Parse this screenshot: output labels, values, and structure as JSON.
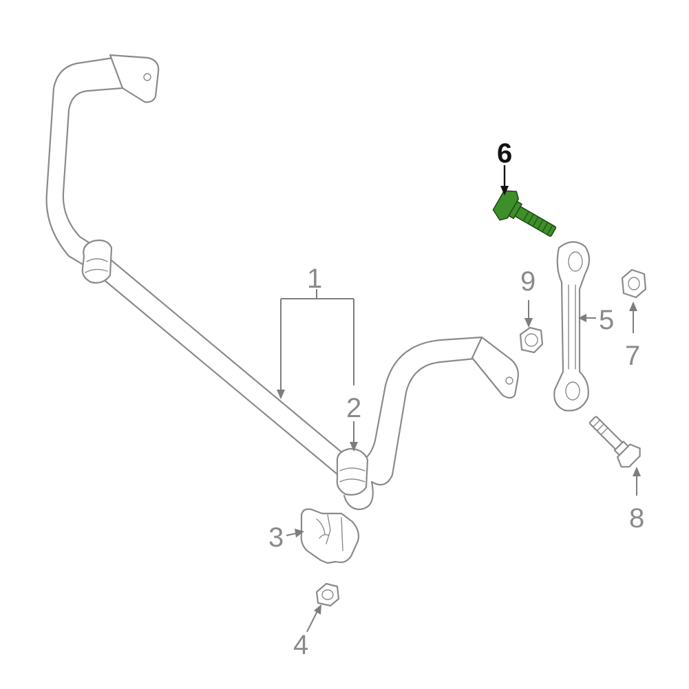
{
  "diagram": {
    "callouts": [
      {
        "id": "1",
        "text": "1",
        "highlighted": false
      },
      {
        "id": "2",
        "text": "2",
        "highlighted": false
      },
      {
        "id": "3",
        "text": "3",
        "highlighted": false
      },
      {
        "id": "4",
        "text": "4",
        "highlighted": false
      },
      {
        "id": "5",
        "text": "5",
        "highlighted": false
      },
      {
        "id": "6",
        "text": "6",
        "highlighted": true
      },
      {
        "id": "7",
        "text": "7",
        "highlighted": false
      },
      {
        "id": "8",
        "text": "8",
        "highlighted": false
      },
      {
        "id": "9",
        "text": "9",
        "highlighted": false
      }
    ],
    "colors": {
      "line_art": "#8a8a8a",
      "highlight_fill": "#3d8f2a",
      "highlight_label": "#111111",
      "background": "#ffffff"
    }
  }
}
